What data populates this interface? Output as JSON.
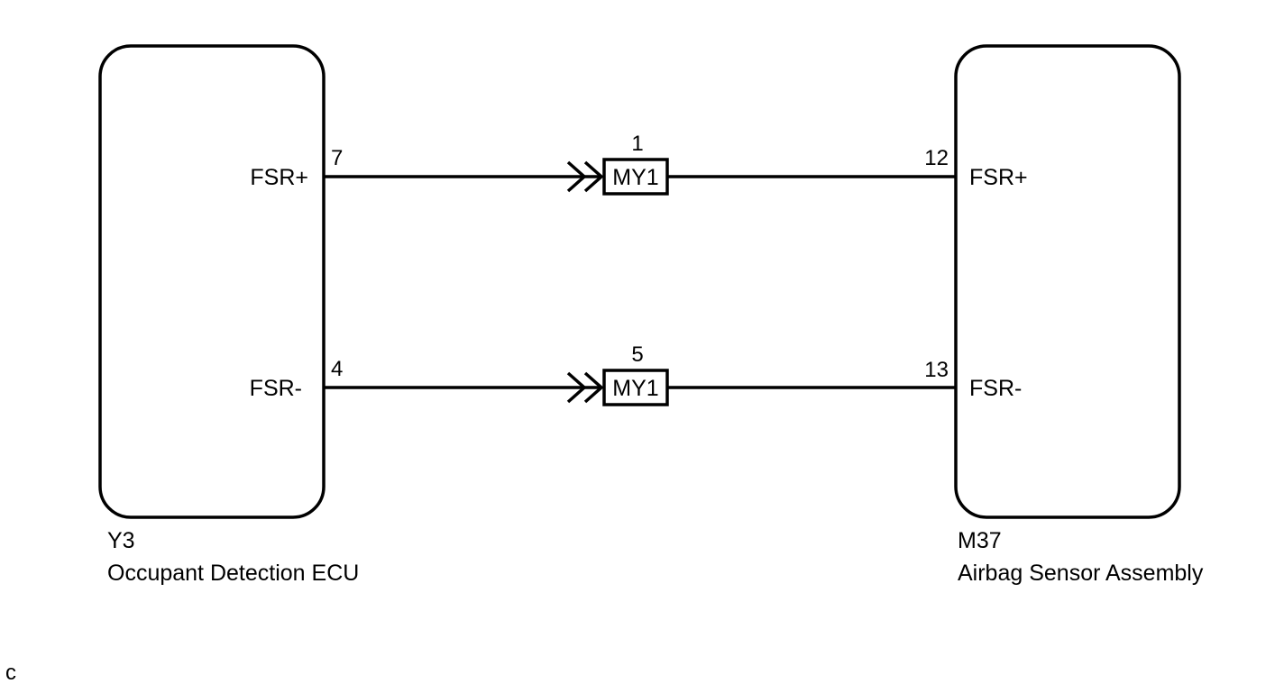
{
  "left_component": {
    "code": "Y3",
    "name": "Occupant Detection ECU",
    "pins": [
      {
        "label": "FSR+",
        "number": "7"
      },
      {
        "label": "FSR-",
        "number": "4"
      }
    ]
  },
  "right_component": {
    "code": "M37",
    "name": "Airbag Sensor Assembly",
    "pins": [
      {
        "label": "FSR+",
        "number": "12"
      },
      {
        "label": "FSR-",
        "number": "13"
      }
    ]
  },
  "connectors": [
    {
      "name": "MY1",
      "pin": "1"
    },
    {
      "name": "MY1",
      "pin": "5"
    }
  ],
  "footer_mark": "c",
  "colors": {
    "line": "#000000",
    "background": "#ffffff"
  }
}
